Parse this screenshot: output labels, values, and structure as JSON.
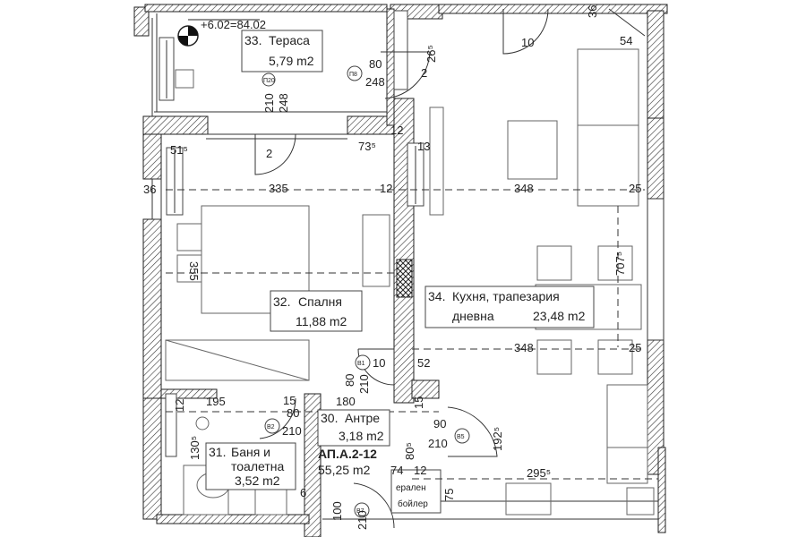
{
  "title": {
    "code": "АП.А.2-12",
    "area": "55,25 m2"
  },
  "level": "+6.02=84.02",
  "rooms": [
    {
      "num": "33.",
      "name": "Тераса",
      "area": "5,79 m2"
    },
    {
      "num": "32.",
      "name": "Спалня",
      "area": "11,88 m2"
    },
    {
      "num": "34.",
      "name": "Кухня, трапезария",
      "name2": "дневна",
      "area": "23,48 m2"
    },
    {
      "num": "30.",
      "name": "Антре",
      "area": "3,18 m2"
    },
    {
      "num": "31.",
      "name": "Баня и",
      "name2": "тоалетна",
      "area": "3,52 m2"
    }
  ],
  "fixtures": {
    "boiler_1": "ерален",
    "boiler_2": "бойлер"
  },
  "tags": {
    "p8": "П8",
    "p20": "П20",
    "b1": "B1",
    "b2": "B2",
    "b5": "B5",
    "b7": "B7"
  },
  "dims": {
    "d36_top": "36",
    "d10": "10",
    "d54": "54",
    "d80_t": "80",
    "d248_t": "248",
    "d2_t": "2",
    "d265": "26⁵",
    "d210_a": "210",
    "d248_a": "248",
    "d2_b": "2",
    "d12_a": "12",
    "d13": "13",
    "d515": "51⁵",
    "d735": "73⁵",
    "d36_l": "36",
    "d335": "335",
    "d12_b": "12",
    "d348_a": "348",
    "d25_a": "25",
    "d355": "355",
    "d707": "707⁵",
    "d348_b": "348",
    "d25_b": "25",
    "d10_b": "10",
    "d80_b": "80",
    "d52": "52",
    "d210_b": "210",
    "d12_c": "12",
    "d195": "195",
    "d15_a": "15",
    "d180": "180",
    "d15_b": "15",
    "d80_c": "80",
    "d210_c": "210",
    "d90": "90",
    "d210_d": "210",
    "d805": "80⁵",
    "d1925": "192⁵",
    "d1305": "130⁵",
    "d74": "74",
    "d12_d": "12",
    "d2955": "295⁵",
    "d75": "75",
    "d100": "100",
    "d210_e": "210",
    "d6": "6"
  }
}
